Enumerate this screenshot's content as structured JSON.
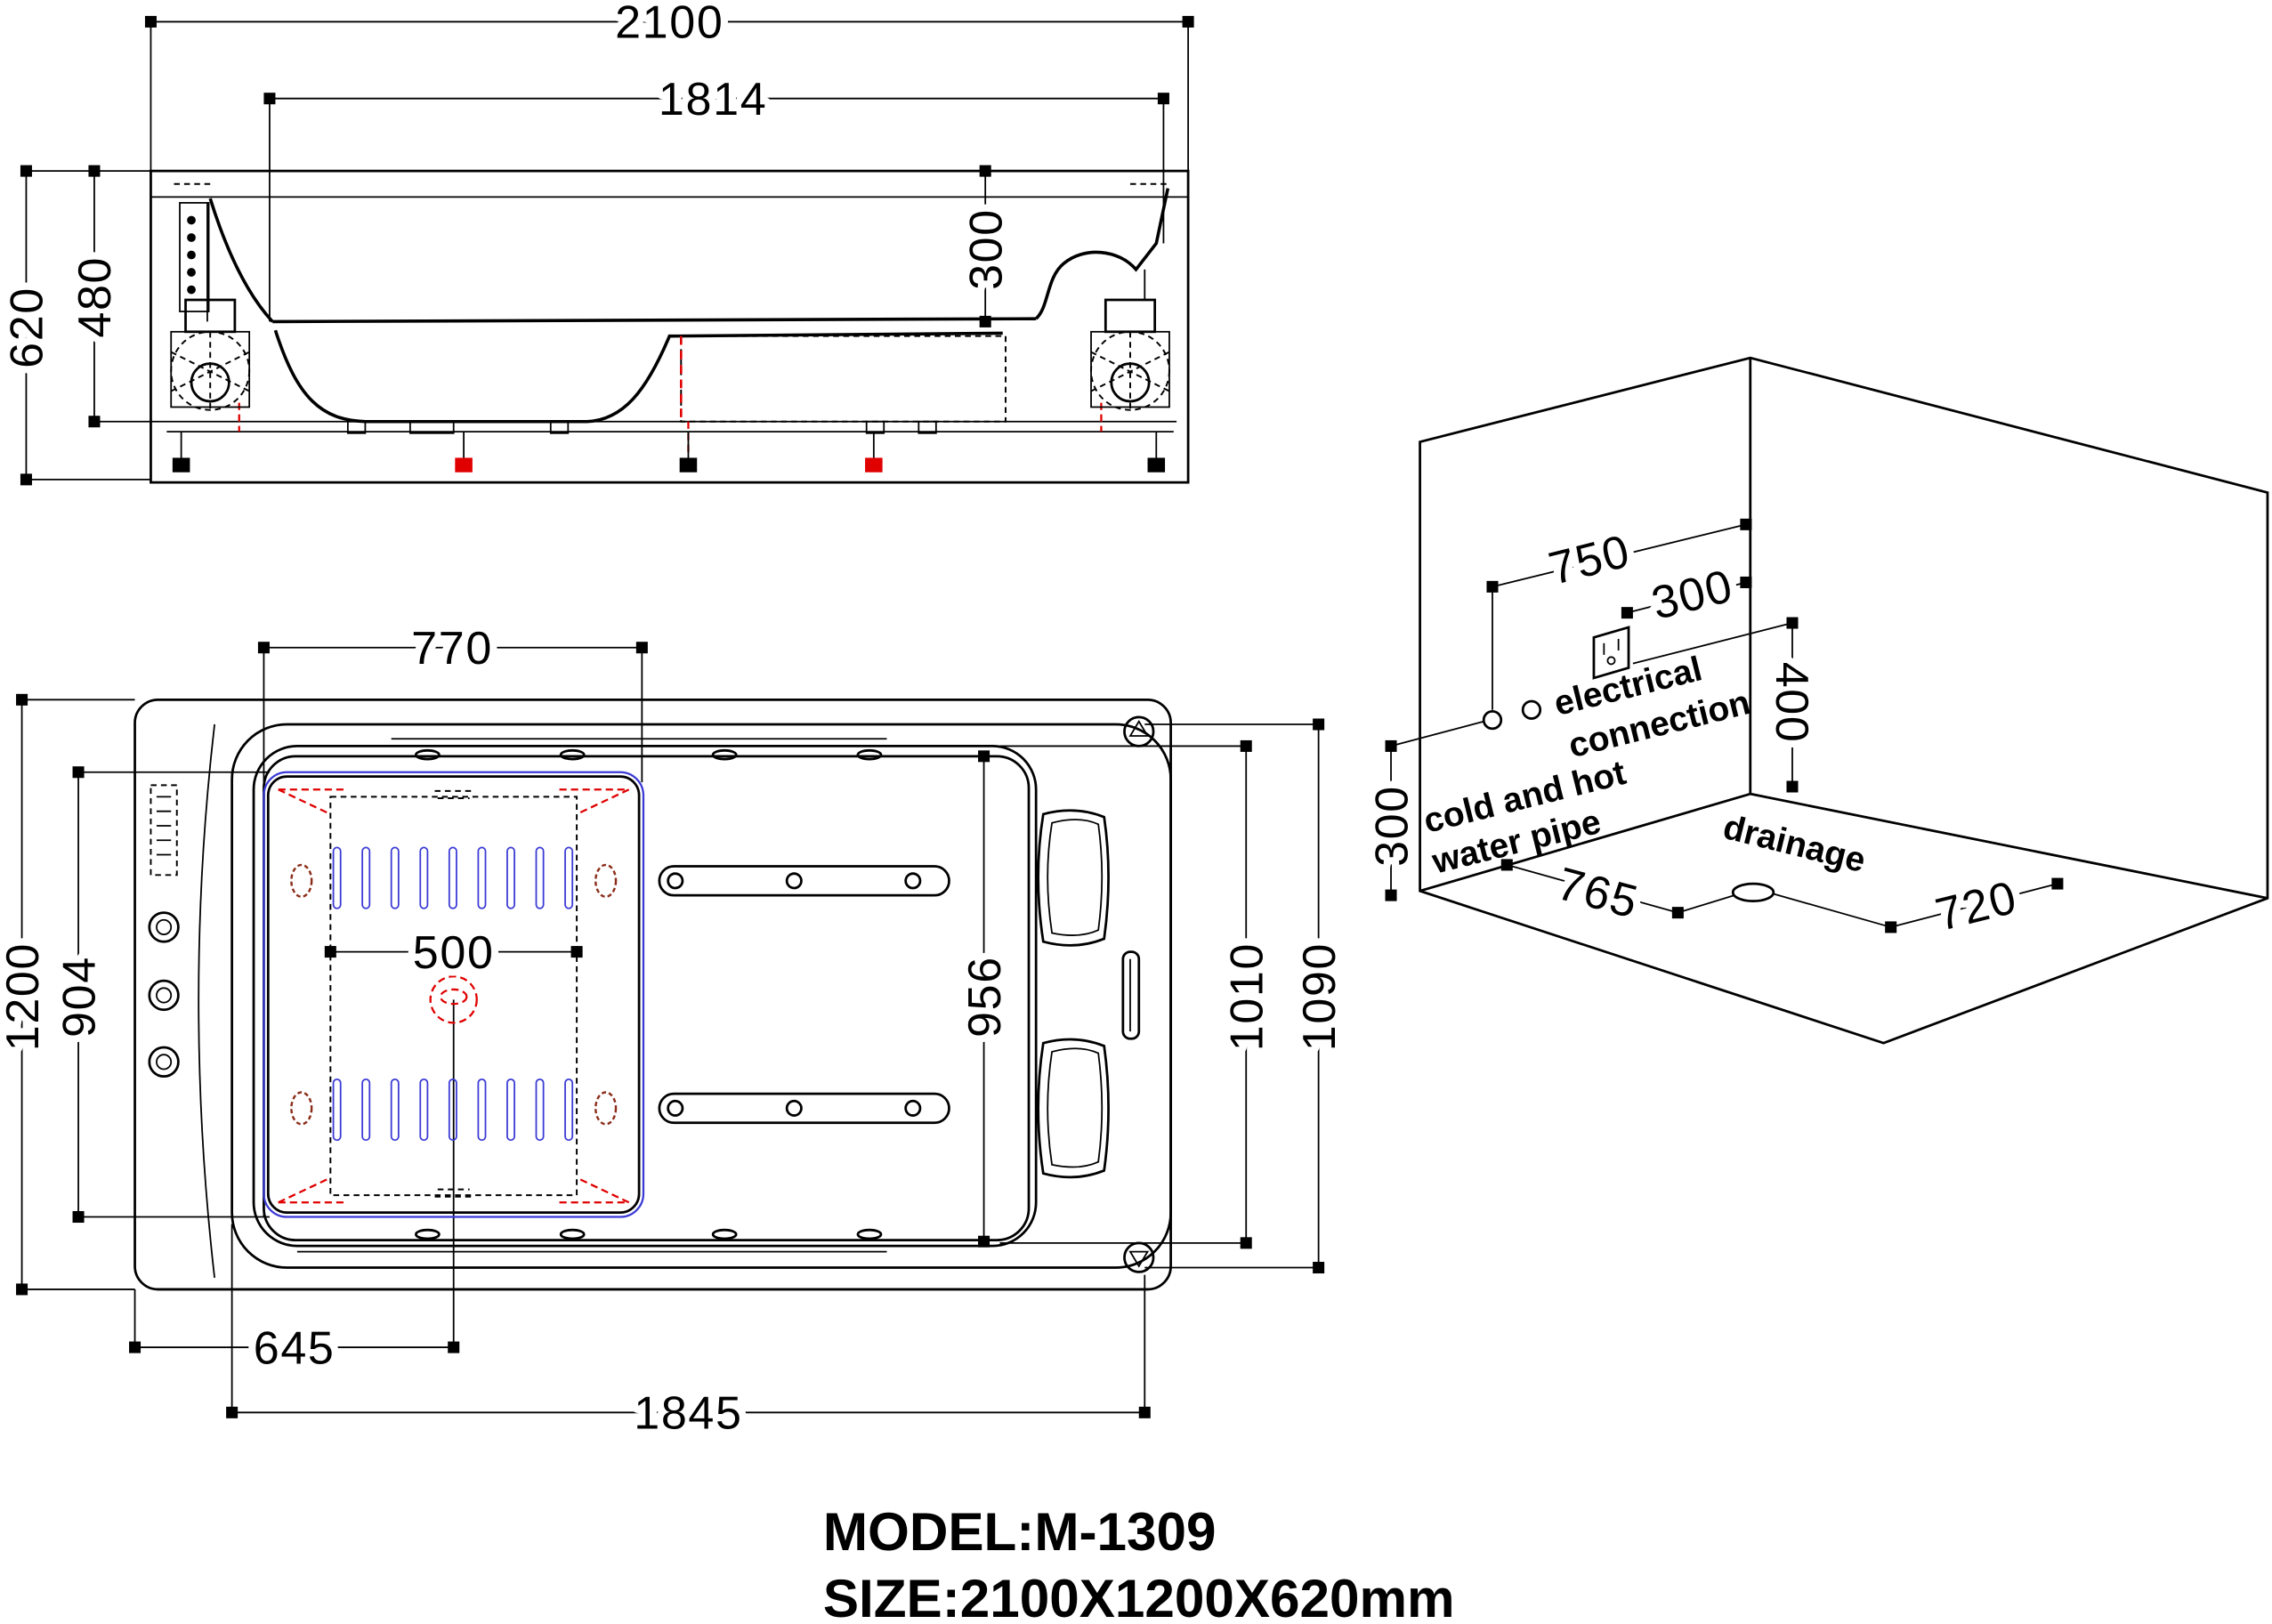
{
  "side_view": {
    "overall_length": "2100",
    "inner_length": "1814",
    "seat_height": "300",
    "overall_height": "620",
    "inner_depth": "480"
  },
  "plan_view": {
    "sump_length": "770",
    "sump_width": "500",
    "sump_depth": "904",
    "overall_width": "1200",
    "inner_width": "956",
    "rim_width": "1010",
    "outer_rim_width": "1090",
    "drain_offset": "645",
    "rim_length": "1845"
  },
  "installation_view": {
    "pipe_to_corner": "750",
    "outlet_to_corner": "300",
    "outlet_height": "400",
    "pipe_height": "300",
    "wall_to_drain": "765",
    "drain_to_wall": "720",
    "electrical_line1": "electrical",
    "electrical_line2": "connection",
    "pipe_line1": "cold and hot",
    "pipe_line2": "water pipe",
    "drainage": "drainage"
  },
  "product": {
    "model": "MODEL:M-1309",
    "size": "SIZE:2100X1200X620mm"
  },
  "colors": {
    "line": "#000000",
    "red": "#e00000",
    "blue": "#3b3bd6",
    "brown": "#8b2d1a"
  }
}
